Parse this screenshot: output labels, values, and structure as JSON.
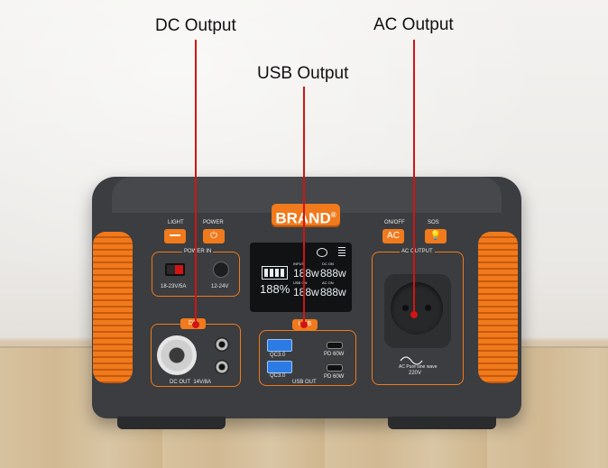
{
  "callouts": {
    "dc_output": "DC Output",
    "usb_output": "USB Output",
    "ac_output": "AC Output"
  },
  "device": {
    "brand": "BRAND",
    "brand_mark": "®",
    "buttons": {
      "light_label": "LIGHT",
      "power_label": "POWER",
      "onoff_label": "ON/OFF",
      "sos_label": "SOS",
      "ac_button": "AC",
      "power_icon": "power-icon",
      "light_icon": "light-bar-icon",
      "sos_icon": "bulb-icon"
    },
    "power_in": {
      "title": "POWER IN",
      "anderson_spec": "18-23V/5A",
      "dc_spec": "12-24V"
    },
    "lcd": {
      "battery_percent": "188%",
      "input_label": "INPUT",
      "input_value": "188w",
      "dc_on_label": "DC ON",
      "dc_on_value": "888w",
      "usb_on_label": "USB ON",
      "usb_on_value": "188w",
      "ac_on_label": "AC ON",
      "ac_on_value": "888w"
    },
    "dc_panel": {
      "tag": "DC",
      "label": "DC OUT",
      "spec": "14V/8A"
    },
    "usb_panel": {
      "tag": "USB",
      "label": "USB OUT",
      "qc1": "QC3.0",
      "qc2": "QC3.0",
      "pd1": "PD 60W",
      "pd2": "PD 60W"
    },
    "ac_panel": {
      "title": "AC OUTPUT",
      "wave_caption": "AC Pure sine wave",
      "voltage": "220V"
    }
  },
  "colors": {
    "accent_orange": "#f07a1c",
    "body_gray": "#3b3d40",
    "callout_red": "#d11414"
  }
}
